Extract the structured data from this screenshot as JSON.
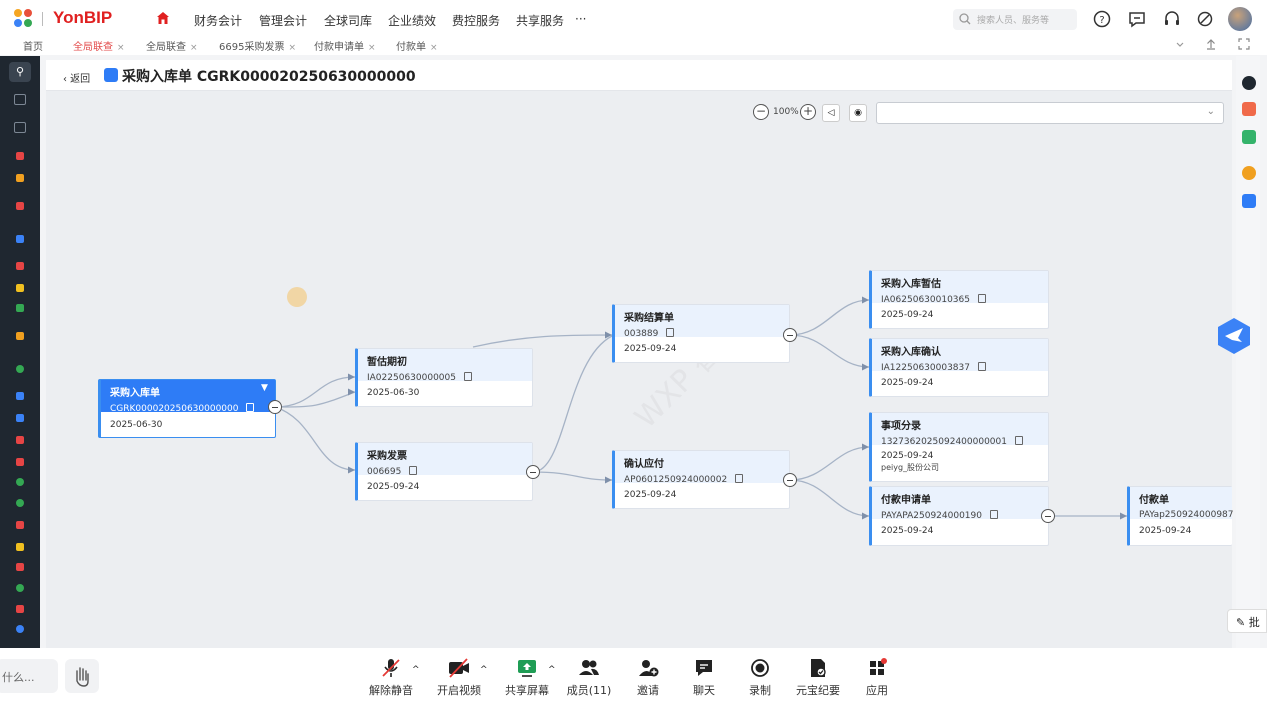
{
  "topbar": {
    "brand": "YonBIP",
    "menu": [
      "财务会计",
      "管理会计",
      "全球司库",
      "企业绩效",
      "费控服务",
      "共享服务",
      "···"
    ],
    "search_placeholder": "搜索人员、服务等"
  },
  "tabs": [
    {
      "label": "首页",
      "closable": false,
      "active": false
    },
    {
      "label": "全局联查",
      "closable": true,
      "active": true
    },
    {
      "label": "全局联查",
      "closable": true,
      "active": false
    },
    {
      "label": "6695采购发票",
      "closable": true,
      "active": false
    },
    {
      "label": "付款申请单",
      "closable": true,
      "active": false
    },
    {
      "label": "付款单",
      "closable": true,
      "active": false
    }
  ],
  "tab_close": "×",
  "panel": {
    "back_label": "‹ 返回",
    "title": "采购入库单 CGRK000020250630000000",
    "zoom": "100%",
    "watermark": "WXP 崔笛"
  },
  "nodes": [
    {
      "title": "采购入库单",
      "code": "CGRK000020250630000000",
      "date": "2025-06-30",
      "extra": "",
      "selected": true
    },
    {
      "title": "暂估期初",
      "code": "IA02250630000005",
      "date": "2025-06-30",
      "extra": "",
      "selected": false
    },
    {
      "title": "采购发票",
      "code": "006695",
      "date": "2025-09-24",
      "extra": "",
      "selected": false
    },
    {
      "title": "采购结算单",
      "code": "003889",
      "date": "2025-09-24",
      "extra": "",
      "selected": false
    },
    {
      "title": "确认应付",
      "code": "AP0601250924000002",
      "date": "2025-09-24",
      "extra": "",
      "selected": false
    },
    {
      "title": "采购入库暂估",
      "code": "IA06250630010365",
      "date": "2025-09-24",
      "extra": "",
      "selected": false
    },
    {
      "title": "采购入库确认",
      "code": "IA12250630003837",
      "date": "2025-09-24",
      "extra": "",
      "selected": false
    },
    {
      "title": "事项分录",
      "code": "1327362025092400000001",
      "date": "2025-09-24",
      "extra": "peiyg_股份公司",
      "selected": false
    },
    {
      "title": "付款申请单",
      "code": "PAYAPA250924000190",
      "date": "2025-09-24",
      "extra": "",
      "selected": false
    },
    {
      "title": "付款单",
      "code": "PAYap250924000987",
      "date": "2025-09-24",
      "extra": "",
      "selected": false
    }
  ],
  "annotate_label": "批",
  "meeting": {
    "chat_placeholder": "什么...",
    "buttons": [
      {
        "label": "解除静音",
        "icon": "mic-off-icon"
      },
      {
        "label": "开启视频",
        "icon": "video-off-icon"
      },
      {
        "label": "共享屏幕",
        "icon": "share-screen-icon"
      },
      {
        "label": "成员(11)",
        "icon": "members-icon"
      },
      {
        "label": "邀请",
        "icon": "invite-icon"
      },
      {
        "label": "聊天",
        "icon": "chat-icon"
      },
      {
        "label": "录制",
        "icon": "record-icon"
      },
      {
        "label": "元宝纪要",
        "icon": "summary-icon"
      },
      {
        "label": "应用",
        "icon": "apps-icon"
      }
    ]
  },
  "colors": {
    "brand": "#e02020",
    "accent": "#2e7cf6",
    "nav_bg": "#1f2730",
    "active_tab": "#e34b4b"
  }
}
